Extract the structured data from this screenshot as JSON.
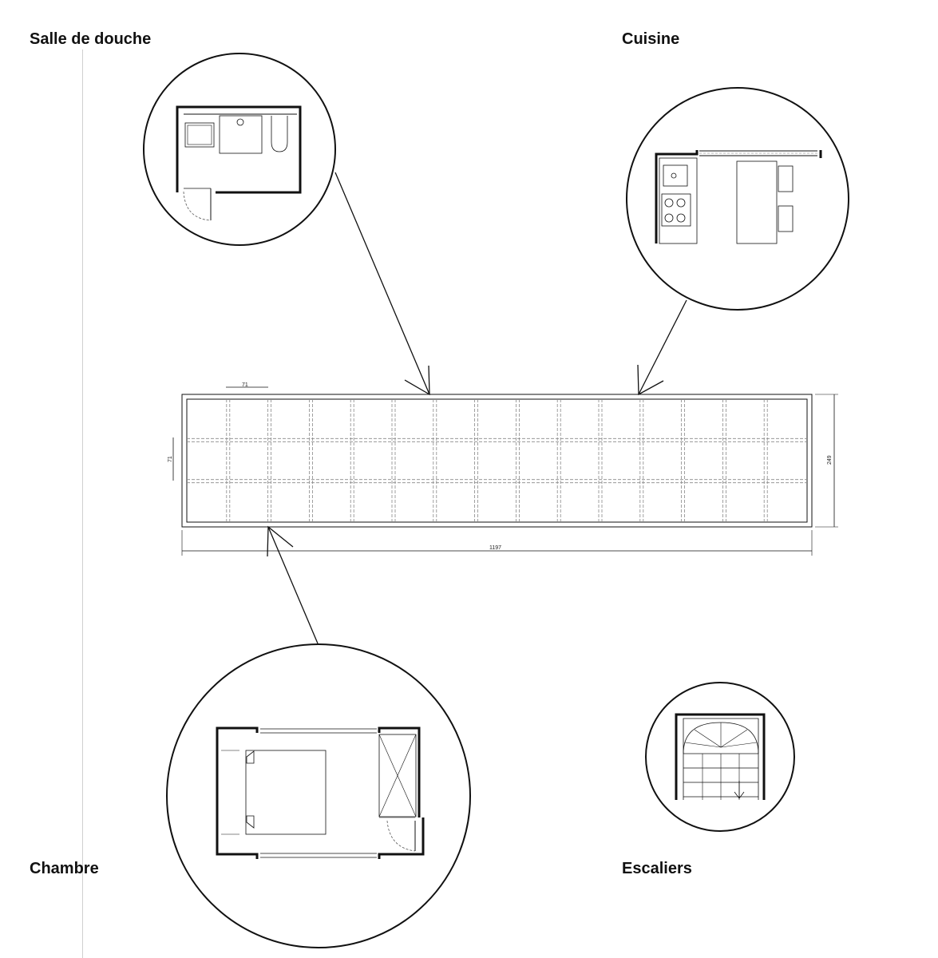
{
  "labels": {
    "bathroom": "Salle de douche",
    "kitchen": "Cuisine",
    "bedroom": "Chambre",
    "stairs": "Escaliers"
  },
  "dimensions": {
    "module": "71",
    "module_vertical": "71",
    "total_length": "1197",
    "total_height": "249"
  },
  "colors": {
    "line": "#111111",
    "grid": "#888888",
    "rule": "#cfcfcf"
  }
}
